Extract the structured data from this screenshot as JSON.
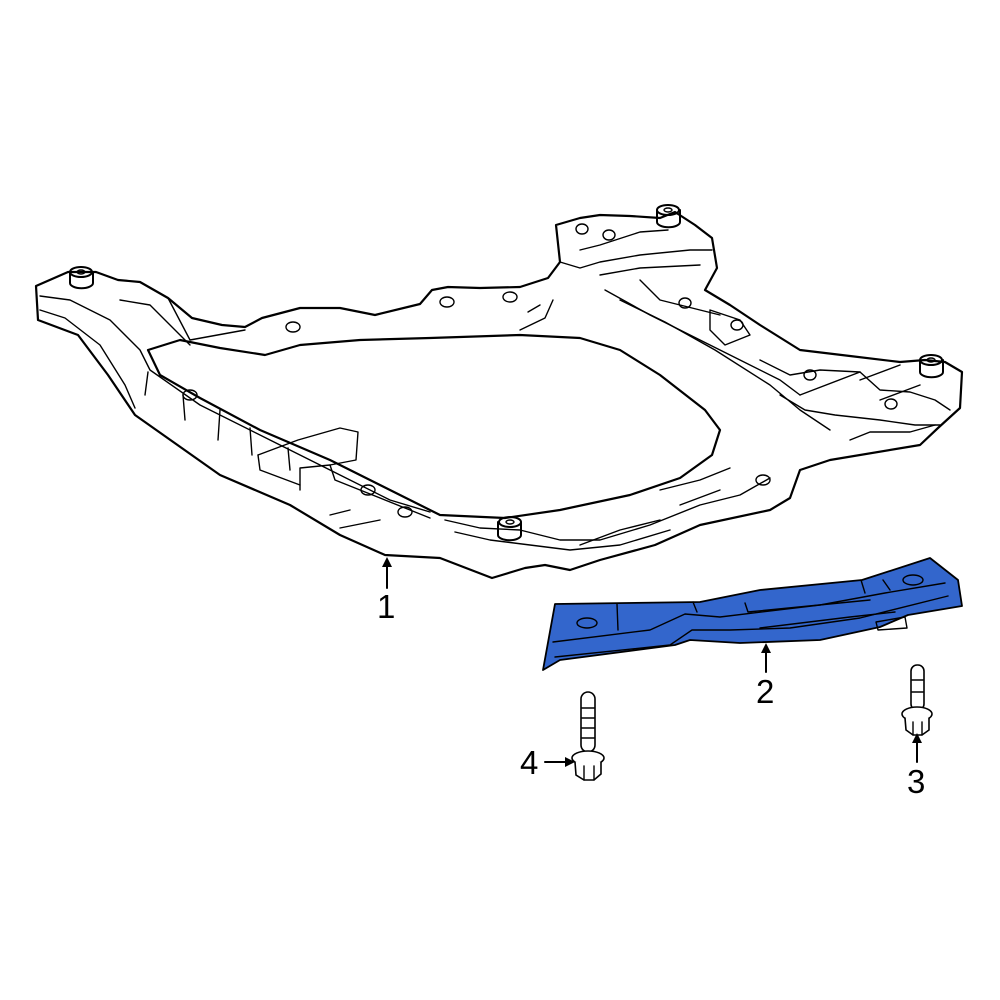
{
  "diagram": {
    "type": "exploded parts diagram",
    "highlight_color": "#3366cc",
    "outline_color": "#000000",
    "background": "#ffffff",
    "parts": [
      {
        "callout": "1",
        "name": "crossmember-subframe",
        "highlighted": false
      },
      {
        "callout": "2",
        "name": "reinforcement-bar",
        "highlighted": true
      },
      {
        "callout": "3",
        "name": "flange-bolt-short",
        "highlighted": false
      },
      {
        "callout": "4",
        "name": "flange-bolt-long",
        "highlighted": false
      }
    ]
  },
  "callouts": {
    "c1": "1",
    "c2": "2",
    "c3": "3",
    "c4": "4"
  }
}
